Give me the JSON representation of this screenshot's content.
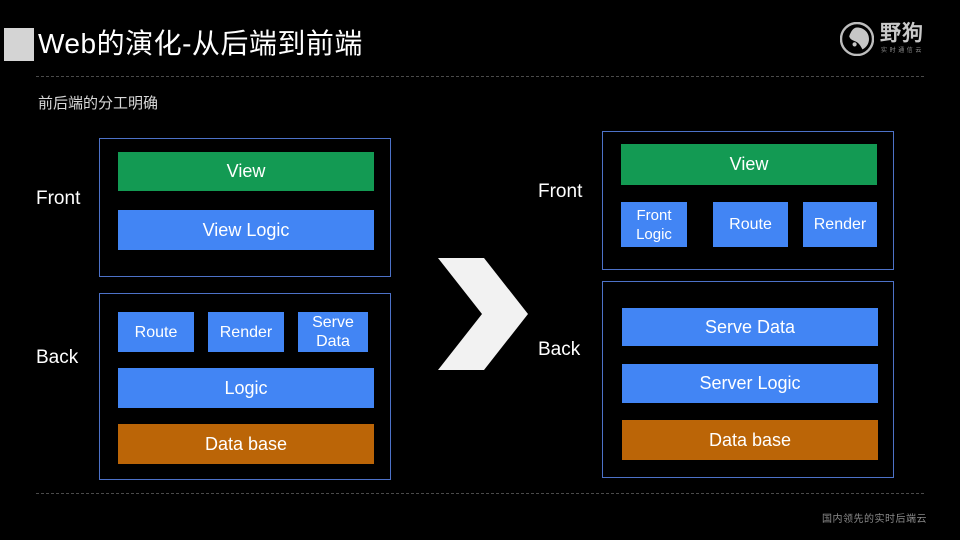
{
  "slide": {
    "title": "Web的演化-从后端到前端",
    "subtitle": "前后端的分工明确",
    "footer_note": "国内领先的实时后端云"
  },
  "logo": {
    "wordmark": "野狗",
    "tagline": "实时通信云",
    "mark_icon": "dog-head-circle-icon"
  },
  "colors": {
    "green": "#139a53",
    "blue": "#4285f4",
    "orange": "#bb6507",
    "group_border": "#4d72c8",
    "background": "#000000",
    "arrow": "#f2f2f2"
  },
  "diagram": {
    "arrow_icon": "chevron-right-arrow",
    "left": {
      "front": {
        "label": "Front",
        "rows": [
          {
            "items": [
              {
                "text": "View",
                "color": "green",
                "width": "full"
              }
            ]
          },
          {
            "items": [
              {
                "text": "View Logic",
                "color": "blue",
                "width": "full"
              }
            ]
          }
        ]
      },
      "back": {
        "label": "Back",
        "rows": [
          {
            "items": [
              {
                "text": "Route",
                "color": "blue",
                "width": "third"
              },
              {
                "text": "Render",
                "color": "blue",
                "width": "third"
              },
              {
                "text": "Serve Data",
                "color": "blue",
                "width": "third"
              }
            ]
          },
          {
            "items": [
              {
                "text": "Logic",
                "color": "blue",
                "width": "full"
              }
            ]
          },
          {
            "items": [
              {
                "text": "Data base",
                "color": "orange",
                "width": "full"
              }
            ]
          }
        ]
      }
    },
    "right": {
      "front": {
        "label": "Front",
        "rows": [
          {
            "items": [
              {
                "text": "View",
                "color": "green",
                "width": "full"
              }
            ]
          },
          {
            "items": [
              {
                "text": "Front Logic",
                "color": "blue",
                "width": "third"
              },
              {
                "text": "Route",
                "color": "blue",
                "width": "third"
              },
              {
                "text": "Render",
                "color": "blue",
                "width": "third"
              }
            ]
          }
        ]
      },
      "back": {
        "label": "Back",
        "rows": [
          {
            "items": [
              {
                "text": "Serve Data",
                "color": "blue",
                "width": "full"
              }
            ]
          },
          {
            "items": [
              {
                "text": "Server Logic",
                "color": "blue",
                "width": "full"
              }
            ]
          },
          {
            "items": [
              {
                "text": "Data base",
                "color": "orange",
                "width": "full"
              }
            ]
          }
        ]
      }
    }
  }
}
